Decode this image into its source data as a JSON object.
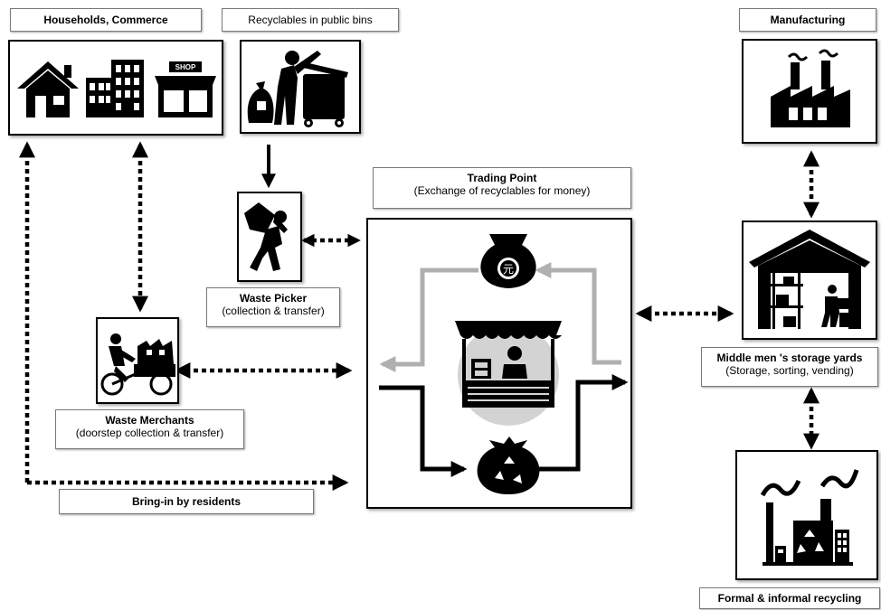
{
  "nodes": {
    "households": {
      "label": "Households, Commerce",
      "shop_sign": "SHOP"
    },
    "public_bins": {
      "label": "Recyclables in public bins"
    },
    "manufacturing": {
      "label": "Manufacturing"
    },
    "trading_point": {
      "title": "Trading Point",
      "subtitle": "(Exchange of recyclables for money)",
      "money_symbol": "元"
    },
    "waste_picker": {
      "title": "Waste Picker",
      "subtitle": "(collection & transfer)"
    },
    "waste_merchants": {
      "title": "Waste Merchants",
      "subtitle": "(doorstep collection & transfer)"
    },
    "middlemen": {
      "title": "Middle men 's storage yards",
      "subtitle": "(Storage, sorting, vending)"
    },
    "recycling": {
      "label": "Formal & informal recycling"
    },
    "bring_in": {
      "label": "Bring-in by residents"
    }
  },
  "colors": {
    "ink": "#000000",
    "gray_flow": "#b0b0b0",
    "circle": "#d3d3d3",
    "label_border": "#7a7a7a"
  },
  "icons": [
    "house-icon",
    "office-building-icon",
    "shop-icon",
    "person-emptying-bin-icon",
    "garbage-bag-icon",
    "waste-picker-carrying-sack-icon",
    "tricycle-merchant-icon",
    "money-bag-icon",
    "recycle-sack-icon",
    "market-stall-icon",
    "factory-icon",
    "warehouse-icon",
    "recycling-plant-icon"
  ]
}
